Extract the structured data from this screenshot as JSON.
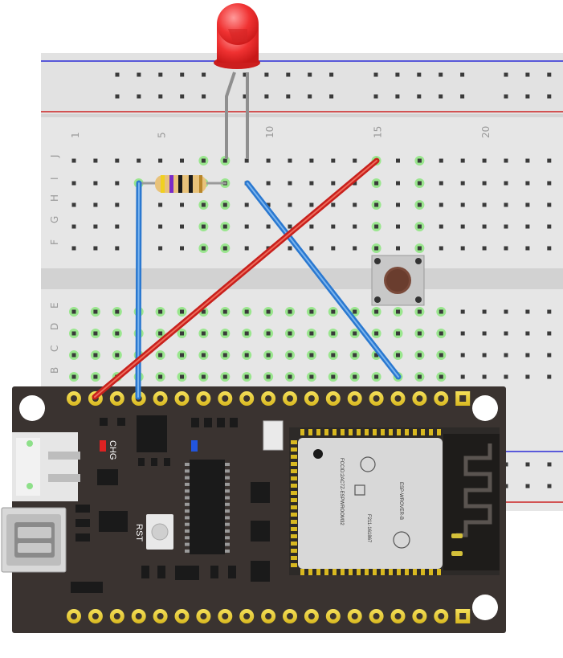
{
  "breadboard": {
    "row_letters_top": [
      "J",
      "I",
      "H",
      "G",
      "F"
    ],
    "row_letters_bottom": [
      "E",
      "D",
      "C",
      "B"
    ],
    "column_numbers": [
      "1",
      "5",
      "10",
      "15",
      "20"
    ]
  },
  "board": {
    "chg_label": "CHG",
    "rst_label": "RST",
    "module_title": "ESP-WROVER-B",
    "module_fcc": "FCCID:2AC7Z-ESPWROOM32",
    "module_small": "F211-161867"
  },
  "components": [
    "red-led",
    "resistor",
    "push-button",
    "esp32-board",
    "jumper-wire-red",
    "jumper-wire-blue-1",
    "jumper-wire-blue-2"
  ],
  "colors": {
    "breadboard": "#e6e6e6",
    "rail_blue": "#2b2bd6",
    "rail_red": "#cc2222",
    "board": "#3a3330",
    "pin": "#f0d020",
    "wire_red": "#c8201c",
    "wire_blue": "#2a78d0",
    "led": "#ee2a2a",
    "highlight": "#66dd55"
  }
}
